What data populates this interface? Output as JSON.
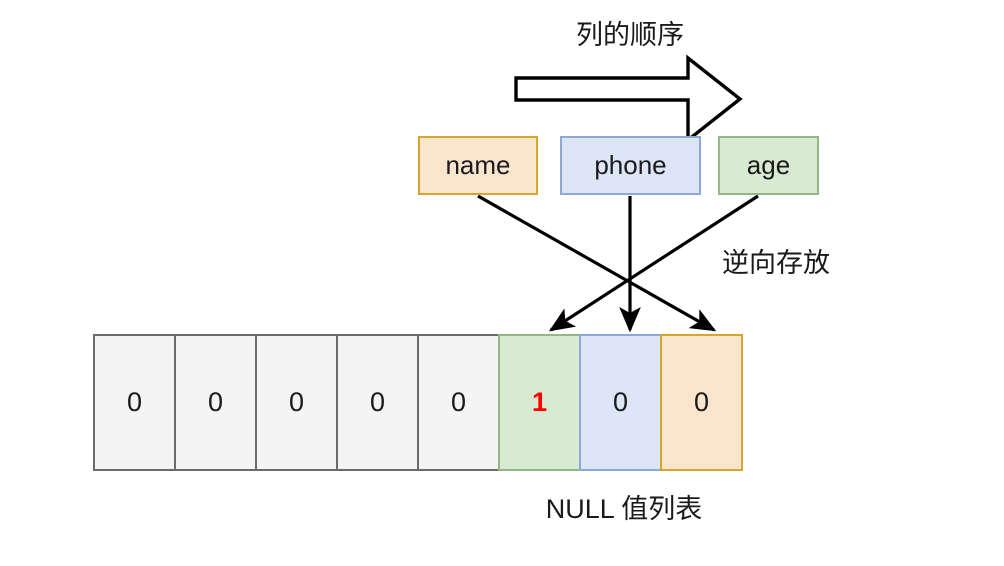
{
  "diagram": {
    "order_title": "列的顺序",
    "reverse_note": "逆向存放",
    "null_caption": "NULL 值列表",
    "block_arrow_name": "block-arrow-right",
    "columns": [
      {
        "id": "name",
        "label": "name",
        "fill": "#fce5cd",
        "border": "#d6a62e"
      },
      {
        "id": "phone",
        "label": "phone",
        "fill": "#dce6f7",
        "border": "#8ea9d8"
      },
      {
        "id": "age",
        "label": "age",
        "fill": "#d9ead3",
        "border": "#93b885"
      }
    ],
    "null_bitmap": {
      "cells": [
        {
          "value": "0",
          "color": "gray",
          "highlight": false
        },
        {
          "value": "0",
          "color": "gray",
          "highlight": false
        },
        {
          "value": "0",
          "color": "gray",
          "highlight": false
        },
        {
          "value": "0",
          "color": "gray",
          "highlight": false
        },
        {
          "value": "0",
          "color": "gray",
          "highlight": false
        },
        {
          "value": "1",
          "color": "green",
          "highlight": true
        },
        {
          "value": "0",
          "color": "blue",
          "highlight": false
        },
        {
          "value": "0",
          "color": "orange",
          "highlight": false
        }
      ]
    },
    "mappings": [
      {
        "from": "name",
        "to_cell_index": 7
      },
      {
        "from": "phone",
        "to_cell_index": 6
      },
      {
        "from": "age",
        "to_cell_index": 5
      }
    ],
    "colors": {
      "red_highlight": "#ff0000",
      "stroke": "#000000",
      "gray_cell_border": "#6b6b6b",
      "gray_cell_fill": "#f4f4f4"
    }
  }
}
